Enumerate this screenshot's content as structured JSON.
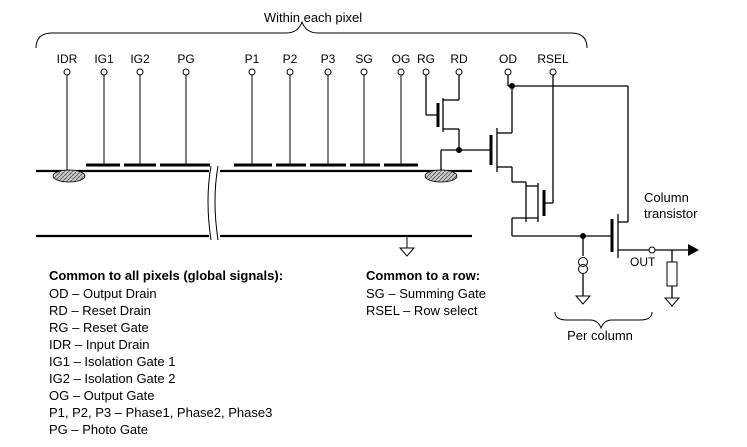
{
  "top_brace_label": "Within each pixel",
  "pins": [
    "IDR",
    "IG1",
    "IG2",
    "PG",
    "P1",
    "P2",
    "P3",
    "SG",
    "OG",
    "RG",
    "RD",
    "OD",
    "RSEL"
  ],
  "column_transistor_label": [
    "Column",
    "transistor"
  ],
  "out_label": "OUT",
  "per_column_label": "Per column",
  "global_heading": "Common to all pixels (global signals):",
  "global_items": [
    "OD – Output Drain",
    "RD – Reset Drain",
    "RG – Reset Gate",
    "IDR – Input Drain",
    "IG1 – Isolation Gate 1",
    "IG2 – Isolation Gate 2",
    "OG – Output Gate",
    "P1, P2, P3 – Phase1, Phase2, Phase3",
    "PG – Photo Gate"
  ],
  "row_heading": "Common to a row:",
  "row_items": [
    "SG – Summing Gate",
    "RSEL – Row select"
  ]
}
